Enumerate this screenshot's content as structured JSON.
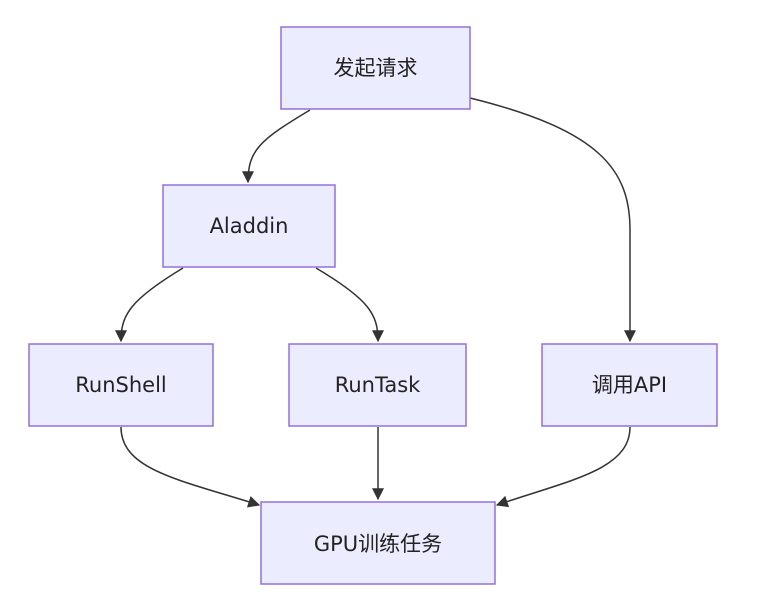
{
  "diagram": {
    "type": "flowchart",
    "direction": "TD",
    "colors": {
      "node_fill": "#ECECFF",
      "node_stroke": "#9370DB",
      "edge": "#333333",
      "text": "#222222"
    },
    "nodes": [
      {
        "id": "request",
        "label": "发起请求"
      },
      {
        "id": "aladdin",
        "label": "Aladdin"
      },
      {
        "id": "runshell",
        "label": "RunShell"
      },
      {
        "id": "runtask",
        "label": "RunTask"
      },
      {
        "id": "callapi",
        "label": "调用API"
      },
      {
        "id": "gpu",
        "label": "GPU训练任务"
      }
    ],
    "edges": [
      {
        "from": "request",
        "to": "aladdin"
      },
      {
        "from": "request",
        "to": "callapi"
      },
      {
        "from": "aladdin",
        "to": "runshell"
      },
      {
        "from": "aladdin",
        "to": "runtask"
      },
      {
        "from": "runshell",
        "to": "gpu"
      },
      {
        "from": "runtask",
        "to": "gpu"
      },
      {
        "from": "callapi",
        "to": "gpu"
      }
    ]
  }
}
